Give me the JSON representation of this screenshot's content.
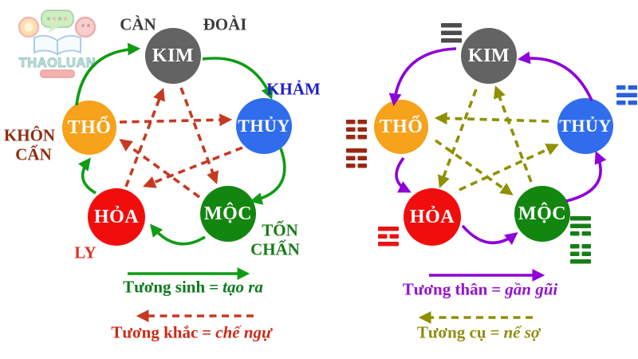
{
  "watermark": {
    "title": "THAOLUAN"
  },
  "elements": {
    "kim": {
      "label": "KIM",
      "color": "#636363"
    },
    "thuy": {
      "label": "THỦY",
      "color": "#2f6ded"
    },
    "moc": {
      "label": "MỘC",
      "color": "#138610"
    },
    "hoa": {
      "label": "HỎA",
      "color": "#f20d0d"
    },
    "tho": {
      "label": "THỔ",
      "color": "#f6a21a"
    }
  },
  "left_diagram": {
    "outer_labels": {
      "kim_top_left": "CÀN",
      "kim_top_right": "ĐOÀI",
      "thuy": "KHẢM",
      "tho_line1": "KHÔN",
      "tho_line2": "CẤN",
      "hoa": "LY",
      "moc_line1": "TỐN",
      "moc_line2": "CHẤN"
    },
    "outer_label_colors": {
      "kim": "#3b3b3b",
      "thuy": "#1f1fd0",
      "tho": "#8d2d12",
      "hoa": "#e22d20",
      "moc": "#157a15"
    },
    "sinh_cycle": [
      "THỔ→KIM",
      "KIM→THỦY",
      "THỦY→MỘC",
      "MỘC→HỎA",
      "HỎA→THỔ"
    ],
    "khac_cycle": [
      "THỔ→THỦY",
      "THỦY→HỎA",
      "HỎA→KIM",
      "KIM→MỘC",
      "MỘC→THỔ"
    ],
    "legend": {
      "sinh": {
        "term": "Tương sinh",
        "eq": "=",
        "meaning": "tạo ra",
        "color": "#0e7a1e",
        "arrow_color": "#0f9c13",
        "arrow_style": "solid",
        "arrow_direction": "right"
      },
      "khac": {
        "term": "Tương khắc",
        "eq": "=",
        "meaning": "chế ngự",
        "color": "#cd2b17",
        "arrow_color": "#c63a22",
        "arrow_style": "dashed",
        "arrow_direction": "left"
      }
    }
  },
  "right_diagram": {
    "trigrams": [
      {
        "element": "KIM",
        "icon": "qian-trigram",
        "lines": "solid,solid,solid",
        "color": "#4c4c4c"
      },
      {
        "element": "THỦY",
        "icon": "kan-trigram",
        "lines": "broken,solid,broken",
        "color": "#2a5fe0"
      },
      {
        "element": "THỔ",
        "icon": "kun-trigram",
        "lines": "broken,broken,broken",
        "color": "#992812"
      },
      {
        "element": "THỔ",
        "icon": "gen-trigram",
        "lines": "solid,broken,broken",
        "color": "#992812"
      },
      {
        "element": "HỎA",
        "icon": "li-trigram",
        "lines": "solid,broken,solid",
        "color": "#e81414"
      },
      {
        "element": "MỘC",
        "icon": "xun-trigram",
        "lines": "solid,solid,broken",
        "color": "#157f15"
      },
      {
        "element": "MỘC",
        "icon": "zhen-trigram",
        "lines": "broken,broken,solid",
        "color": "#157f15"
      }
    ],
    "than_cycle": [
      "KIM→THỔ",
      "THỦY→KIM",
      "MỘC→THỦY",
      "HỎA→MỘC",
      "THỔ→HỎA"
    ],
    "cu_cycle": [
      "THỦY→THỔ",
      "HỎA→THỦY",
      "KIM→HỎA",
      "MỘC→KIM",
      "THỔ→MỘC"
    ],
    "legend": {
      "than": {
        "term": "Tương thân",
        "eq": "=",
        "meaning": "gần gũi",
        "color": "#9414cf",
        "arrow_color": "#8e00d8",
        "arrow_style": "solid",
        "arrow_direction": "right"
      },
      "cu": {
        "term": "Tương cụ",
        "eq": "=",
        "meaning": "nể sợ",
        "color": "#8f8f10",
        "arrow_color": "#8f9000",
        "arrow_style": "dashed",
        "arrow_direction": "left"
      }
    }
  }
}
